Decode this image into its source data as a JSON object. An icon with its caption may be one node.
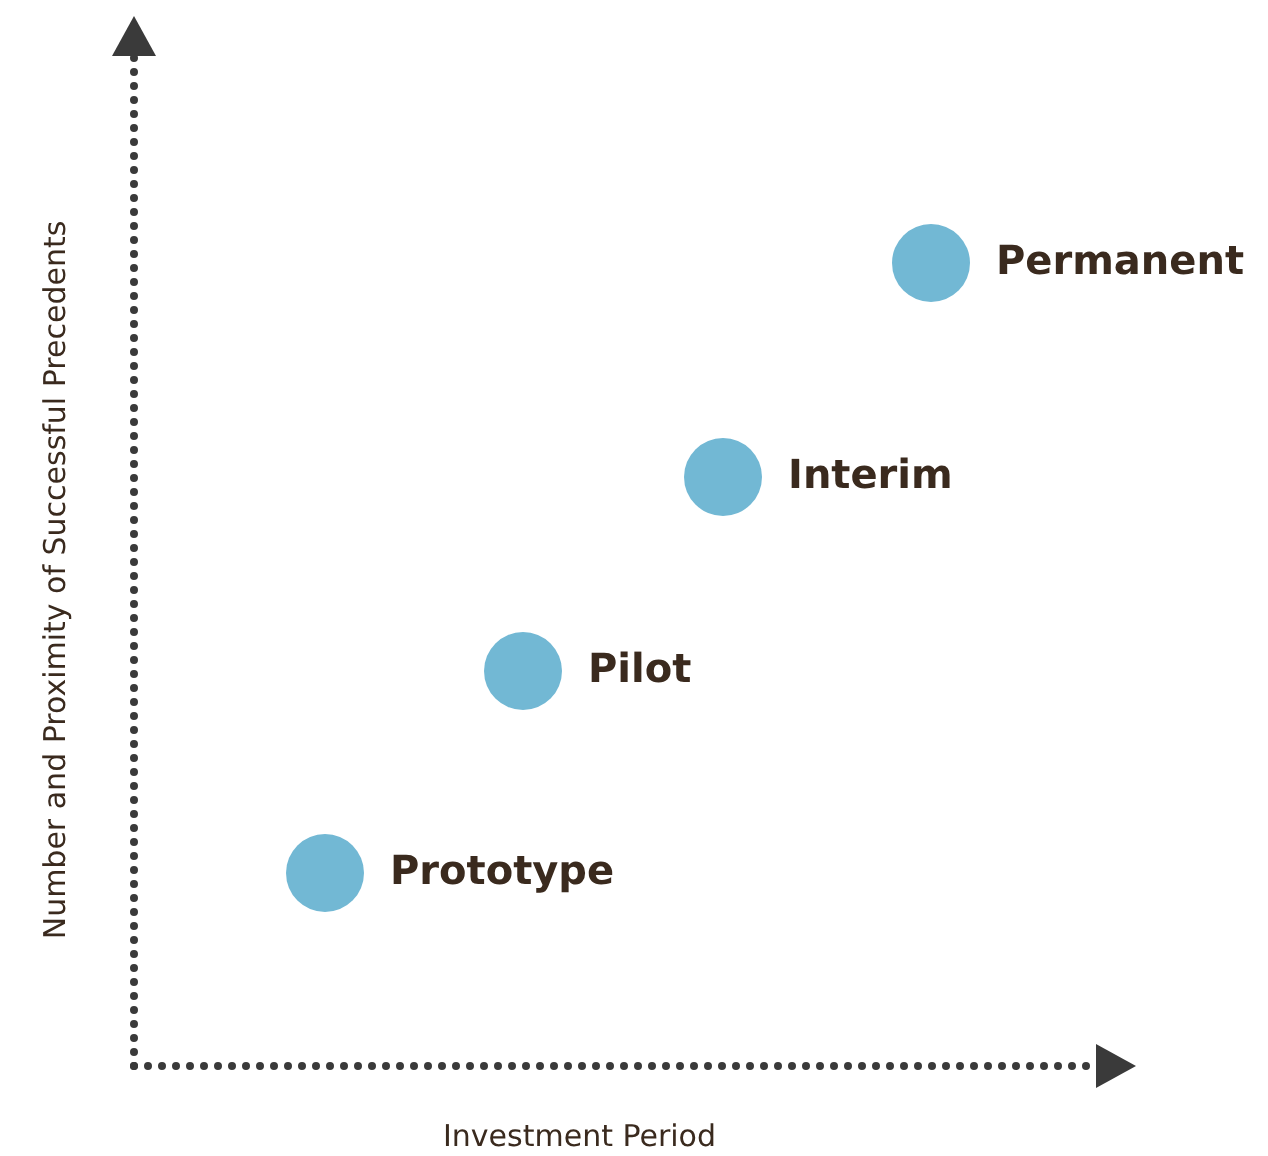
{
  "diagram": {
    "nodes": [
      {
        "text": [],
        "shape": "circle",
        "beside": [
          "Prototype"
        ]
      },
      {
        "text": [],
        "shape": "circle",
        "beside": [
          "Pilot"
        ]
      },
      {
        "text": [],
        "shape": "circle",
        "beside": [
          "Interim"
        ]
      },
      {
        "text": [],
        "shape": "circle",
        "beside": [
          "Permanent"
        ]
      }
    ],
    "edges": [],
    "labels": [
      "Number and Proximity of Successful Precedents",
      "Investment Period"
    ]
  }
}
